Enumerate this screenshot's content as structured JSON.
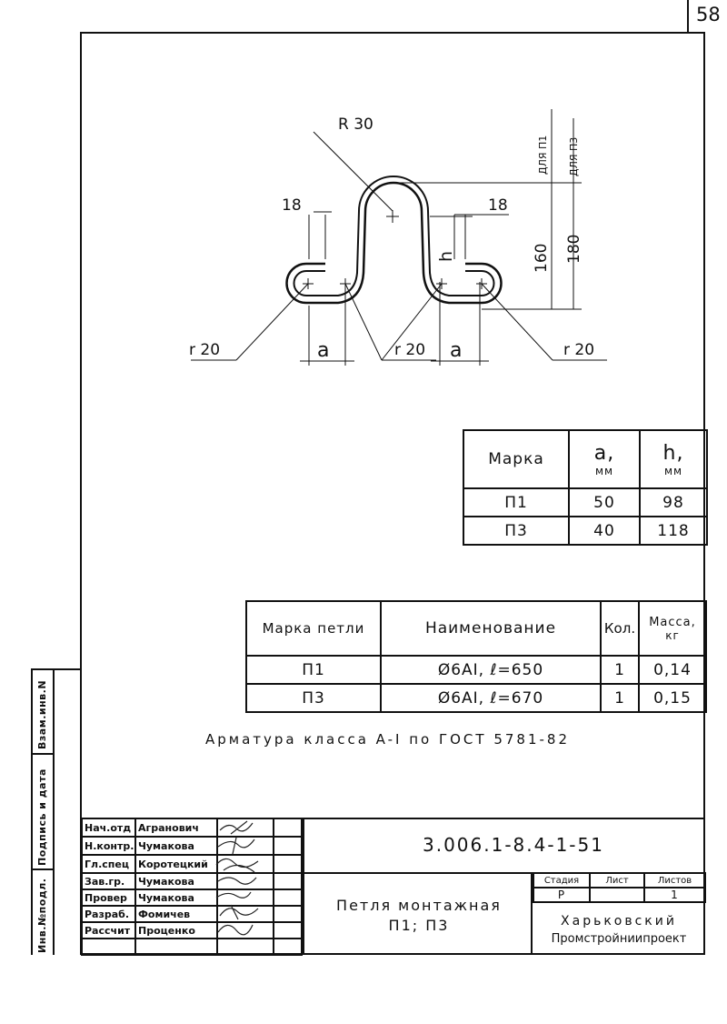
{
  "sheet_number": "58",
  "drawing": {
    "radius_label": "R 30",
    "dim_18_left": "18",
    "dim_18_right": "18",
    "dim_h": "h",
    "dim_160": "160",
    "dim_180": "180",
    "label_for_p1": "ДЛЯ П1",
    "label_for_p3": "ДЛЯ П3",
    "r20_left": "r 20",
    "r20_mid": "r 20",
    "r20_right": "r 20",
    "dim_a_left": "a",
    "dim_a_right": "a"
  },
  "table1": {
    "headers": [
      "Марка",
      "a,",
      "мм",
      "h,",
      "мм"
    ],
    "rows": [
      [
        "П1",
        "50",
        "98"
      ],
      [
        "П3",
        "40",
        "118"
      ]
    ]
  },
  "table2": {
    "headers": [
      "Марка петли",
      "Наименование",
      "Кол.",
      "Масса,",
      "кг"
    ],
    "rows": [
      [
        "П1",
        "Ø6AI, ℓ=650",
        "1",
        "0,14"
      ],
      [
        "П3",
        "Ø6AI, ℓ=670",
        "1",
        "0,15"
      ]
    ]
  },
  "note": "Арматура класса A-I по ГОСТ 5781-82",
  "side_labels": [
    "Инв.№подл.",
    "Подпись и дата",
    "Взам.инв.N"
  ],
  "title_block": {
    "roles": [
      "Нач.отд",
      "Н.контр.",
      "Гл.спец",
      "Зав.гр.",
      "Провер",
      "Разраб.",
      "Рассчит"
    ],
    "names": [
      "Агранович",
      "Чумакова",
      "Коротецкий",
      "Чумакова",
      "Чумакова",
      "Фомичев",
      "Проценко"
    ],
    "code": "3.006.1-8.4-1-51",
    "title_line1": "Петля монтажная",
    "title_line2": "П1; П3",
    "stage_header": "Стадия",
    "sheet_header": "Лист",
    "sheets_header": "Листов",
    "stage": "Р",
    "sheet": "",
    "sheets": "1",
    "org_line1": "Харьковский",
    "org_line2": "Промстройниипроект"
  }
}
